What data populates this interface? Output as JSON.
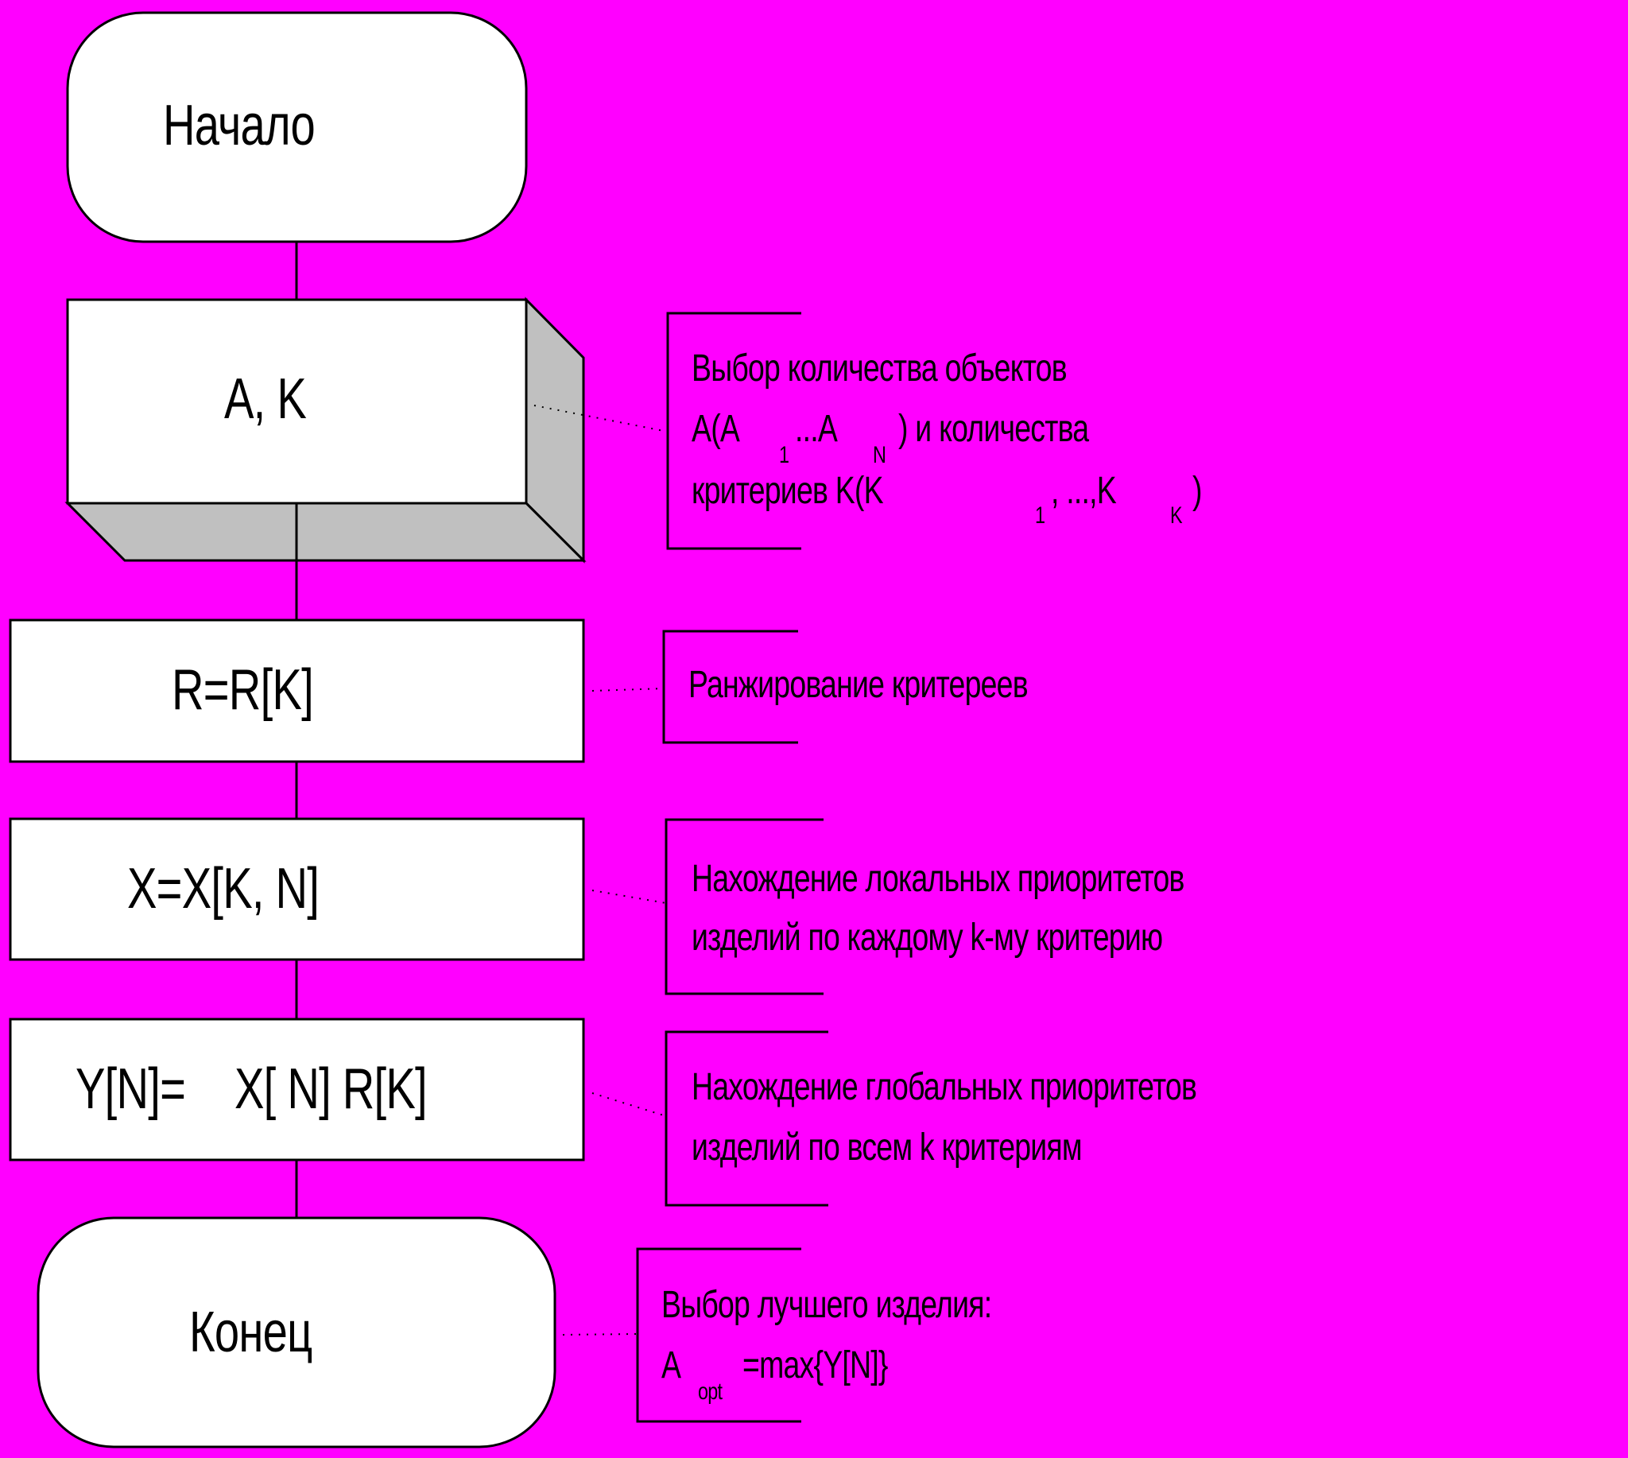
{
  "colors": {
    "background": "#FF00FF",
    "box": "#FFFFFF",
    "shade": "#C0C0C0",
    "stroke": "#000000"
  },
  "blocks": {
    "start": {
      "text": "Начало"
    },
    "input": {
      "text": "A, K"
    },
    "ranking": {
      "text": "R=R[K]"
    },
    "local": {
      "text": "X=X[K, N]"
    },
    "global": {
      "left": "Y[N]=",
      "right": "X[ N] R[K]"
    },
    "end": {
      "text": "Конец"
    }
  },
  "comments": {
    "input": {
      "line1": "Выбор количества объектов",
      "line2a": "A(A",
      "sub1": "1",
      "line2b": "...A",
      "subN": "N",
      "line2c": ") и количества",
      "line3a": "критериев K(K",
      "sub3a": "1",
      "line3b": ", ...,K",
      "sub3b": "K",
      "line3c": ")"
    },
    "ranking": {
      "line1": "Ранжирование критереев"
    },
    "local": {
      "line1": "Нахождение локальных приоритетов",
      "line2": "изделий по каждому k-му критерию"
    },
    "global": {
      "line1": "Нахождение глобальных приоритетов",
      "line2": "изделий по всем k критериям"
    },
    "end": {
      "line1": "Выбор лучшего изделия:",
      "line2a": "A",
      "sub": "opt",
      "line2b": "=max{Y[N]}"
    }
  }
}
